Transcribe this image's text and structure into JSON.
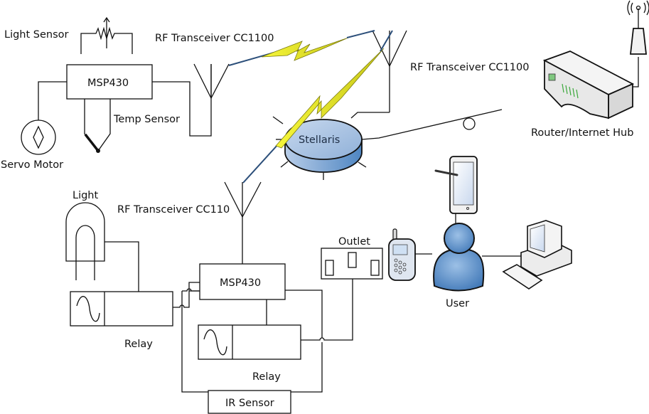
{
  "labels": {
    "light_sensor": "Light Sensor",
    "msp430_top": "MSP430",
    "temp_sensor": "Temp Sensor",
    "servo_motor": "Servo Motor",
    "rf_top_left": "RF Transceiver CC1100",
    "rf_top_right": "RF Transceiver CC1100",
    "stellaris": "Stellaris",
    "router": "Router/Internet Hub",
    "light": "Light",
    "rf_bottom": "RF Transceiver CC110",
    "msp430_bottom": "MSP430",
    "relay_left": "Relay",
    "relay_right": "Relay",
    "ir_sensor": "IR Sensor",
    "outlet": "Outlet",
    "user": "User"
  },
  "colors": {
    "lightning": "#f2f21a",
    "stellaris_fill": "#a9c3e3",
    "user_fill": "#5b8fc9",
    "router_led": "#3aa83a"
  }
}
